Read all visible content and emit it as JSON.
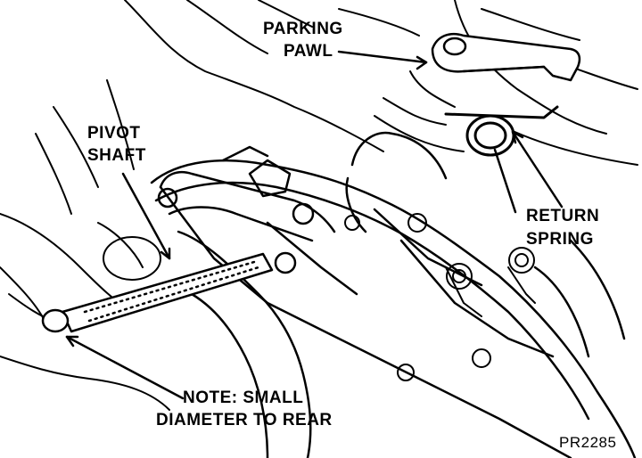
{
  "labels": {
    "parking_pawl": [
      "PARKING",
      "PAWL"
    ],
    "pivot_shaft": [
      "PIVOT",
      "SHAFT"
    ],
    "return_spring": [
      "RETURN",
      "SPRING"
    ],
    "note": [
      "NOTE: SMALL",
      "DIAMETER TO REAR"
    ],
    "figure_id": "PR2285"
  },
  "colors": {
    "ink": "#000000",
    "paper": "#ffffff"
  }
}
